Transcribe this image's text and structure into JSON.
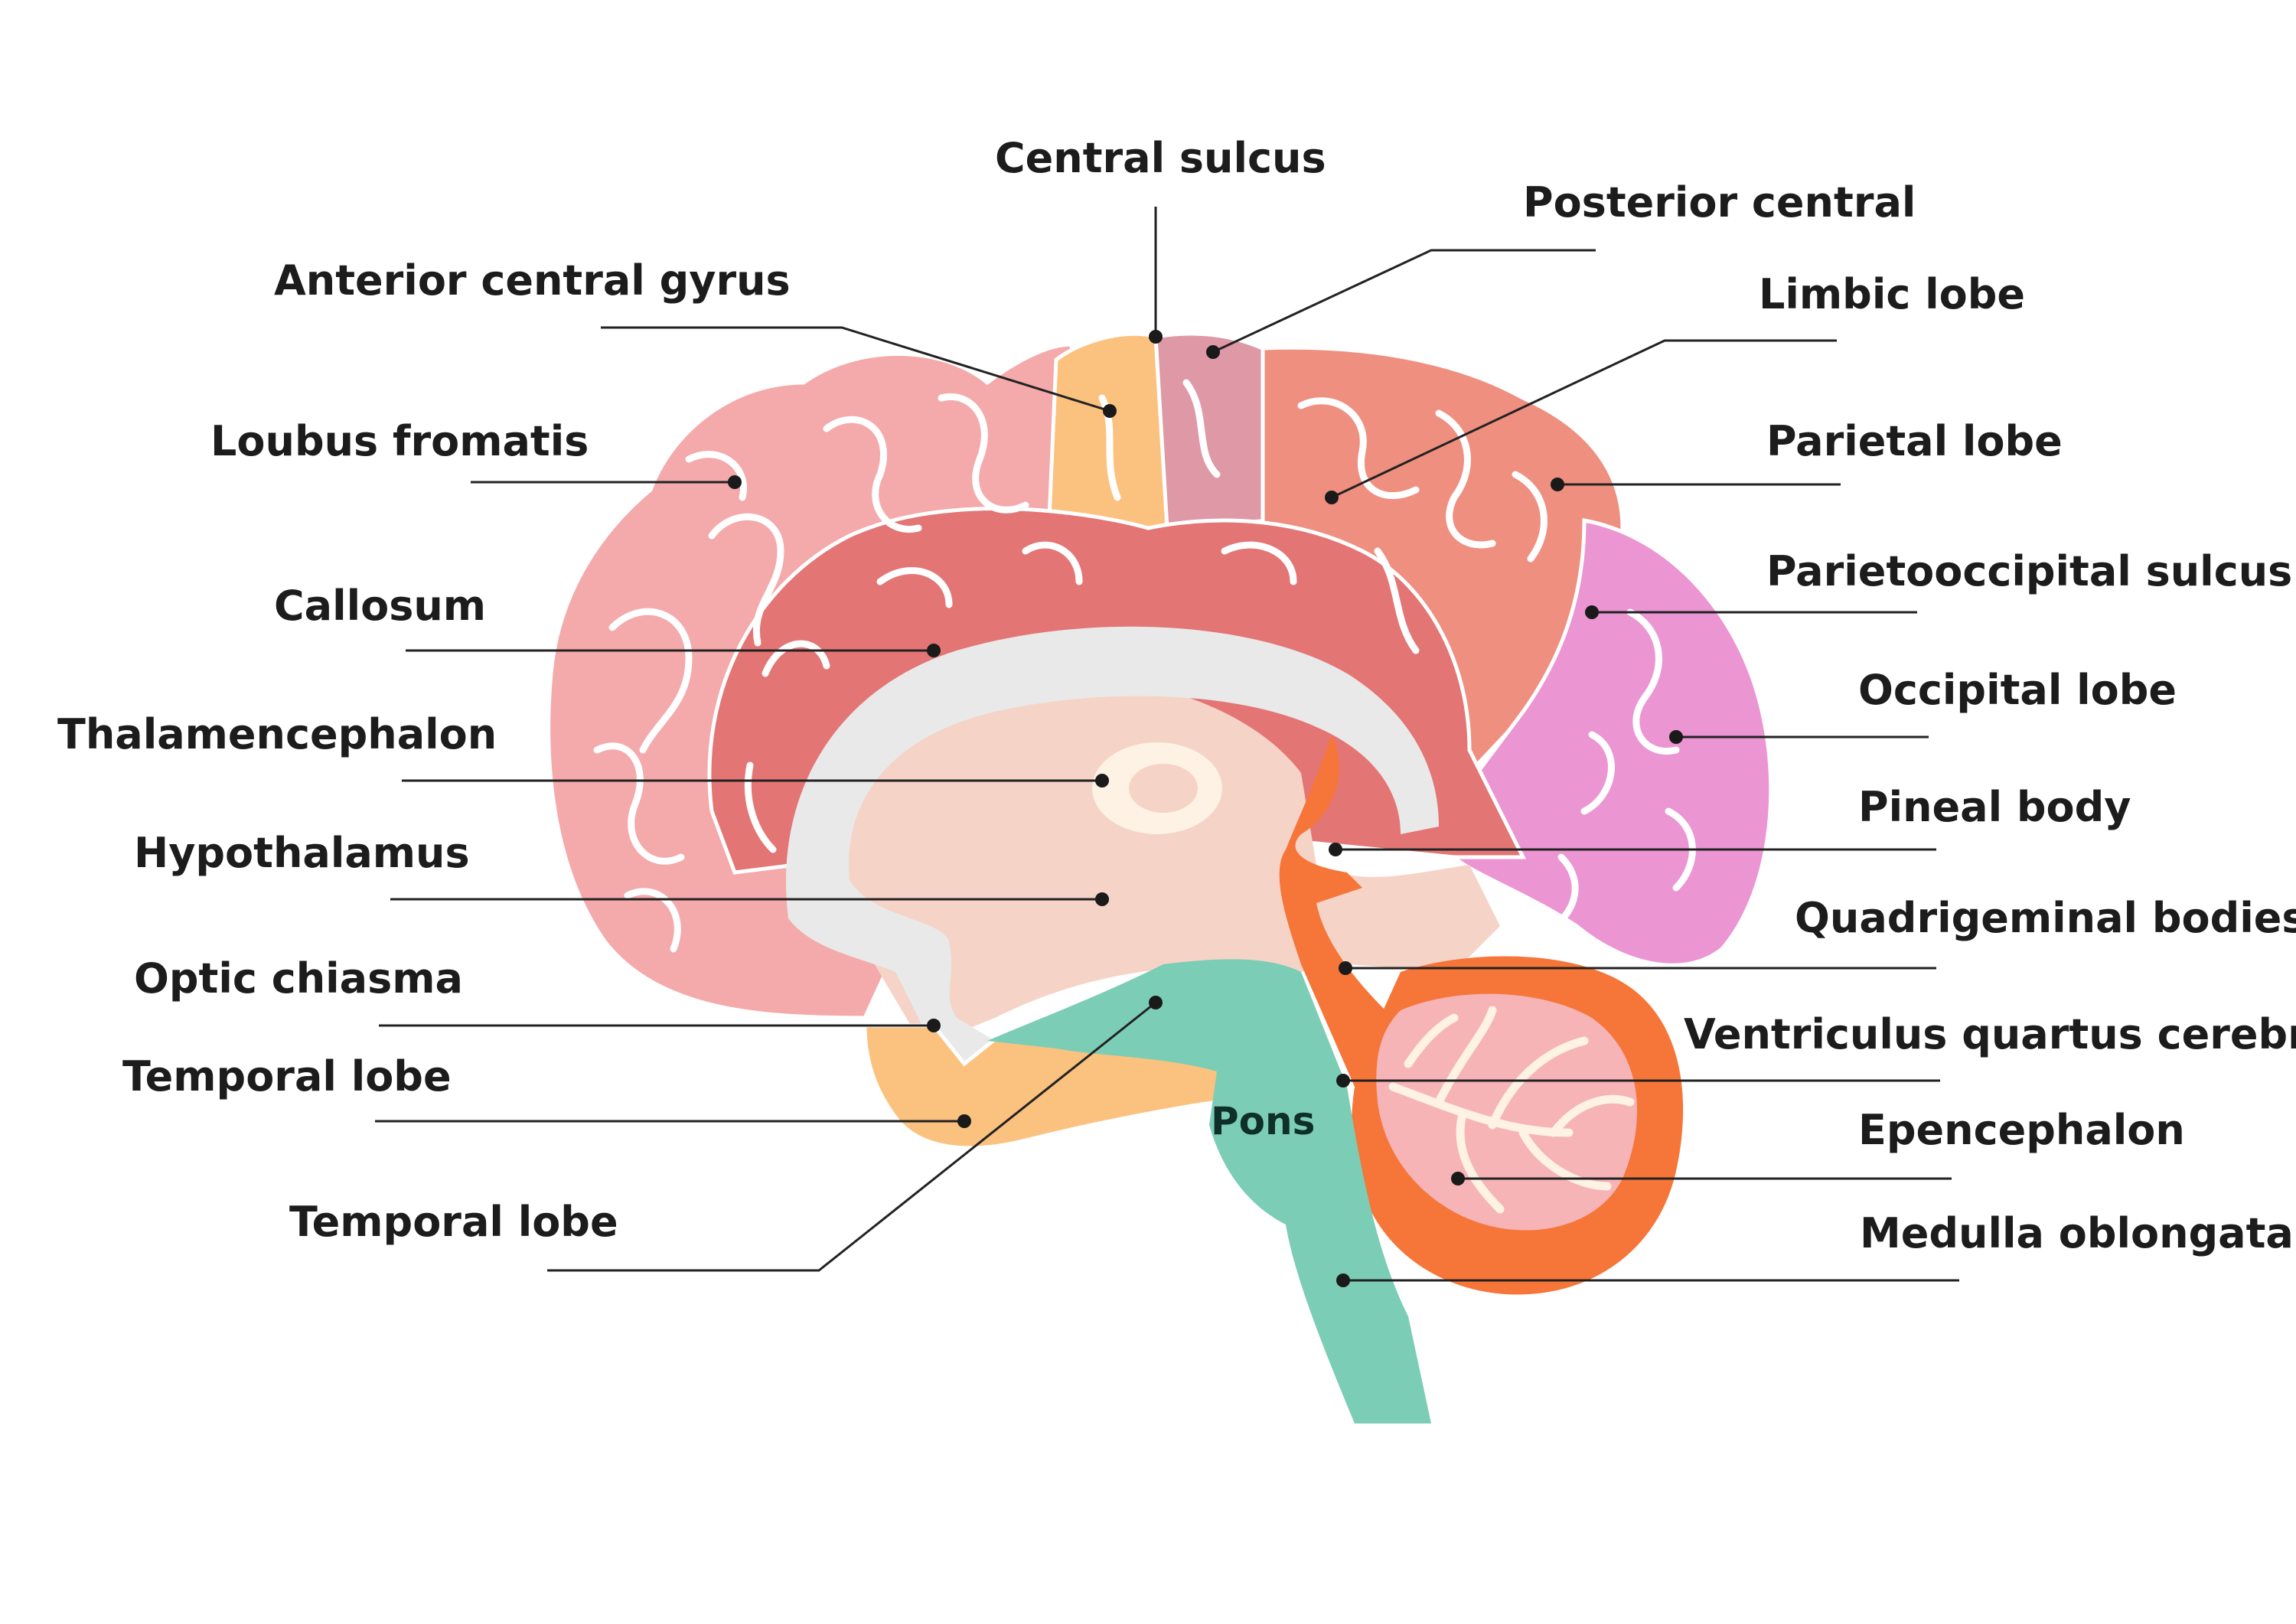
{
  "labels": {
    "central_sulcus": "Central sulcus",
    "posterior_central": "Posterior central",
    "anterior_central_gyrus": "Anterior central gyrus",
    "limbic_lobe": "Limbic lobe",
    "loubus_fromatis": "Loubus fromatis",
    "parietal_lobe": "Parietal lobe",
    "parietooccipital_sulcus": "Parietooccipital sulcus",
    "callosum": "Callosum",
    "occipital_lobe": "Occipital lobe",
    "thalamencephalon": "Thalamencephalon",
    "pineal_body": "Pineal body",
    "hypothalamus": "Hypothalamus",
    "quadrigeminal_bodies": "Quadrigeminal bodies",
    "optic_chiasma": "Optic chiasma",
    "ventriculus_quartus_cerebri": "Ventriculus quartus cerebri",
    "temporal_lobe_1": "Temporal lobe",
    "epencephalon": "Epencephalon",
    "temporal_lobe_2": "Temporal lobe",
    "medulla_oblongata": "Medulla oblongata",
    "pons": "Pons"
  },
  "colors": {
    "frontal": "#f4a9aa",
    "limbic_ring": "#e47575",
    "anterior_central": "#fbc27f",
    "posterior_central": "#de98a6",
    "parietal": "#ef8f80",
    "occipital": "#eb95d3",
    "callosum": "#e9e9e9",
    "inner": "#f6d3c7",
    "thalamus_core": "#fdf2e4",
    "midbrain": "#f67538",
    "brainstem": "#7ccdb5",
    "cerebellum_outer": "#f67538",
    "cerebellum_inner": "#f6b4b7",
    "temporal": "#fbc27f"
  }
}
